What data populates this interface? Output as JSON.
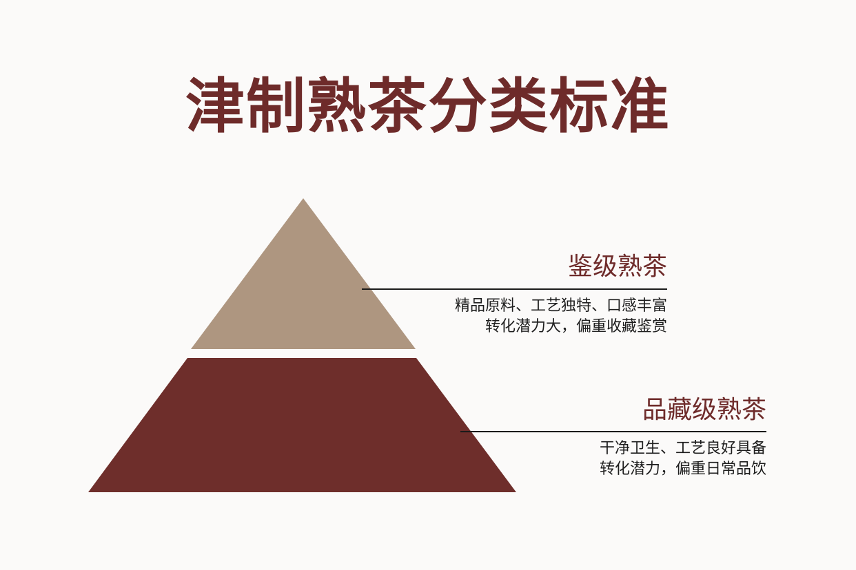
{
  "title": "津制熟茶分类标准",
  "colors": {
    "title": "#6e2b2a",
    "tier_top_fill": "#ae9680",
    "tier_bottom_fill": "#6e2e2b",
    "tier_name": "#6e2b2a",
    "background": "#fbfaf9"
  },
  "tiers": [
    {
      "name": "鉴级熟茶",
      "lines": [
        "精品原料、工艺独特、口感丰富",
        "转化潜力大，偏重收藏鉴赏"
      ]
    },
    {
      "name": "品藏级熟茶",
      "lines": [
        "干净卫生、工艺良好具备",
        "转化潜力，偏重日常品饮"
      ]
    }
  ]
}
